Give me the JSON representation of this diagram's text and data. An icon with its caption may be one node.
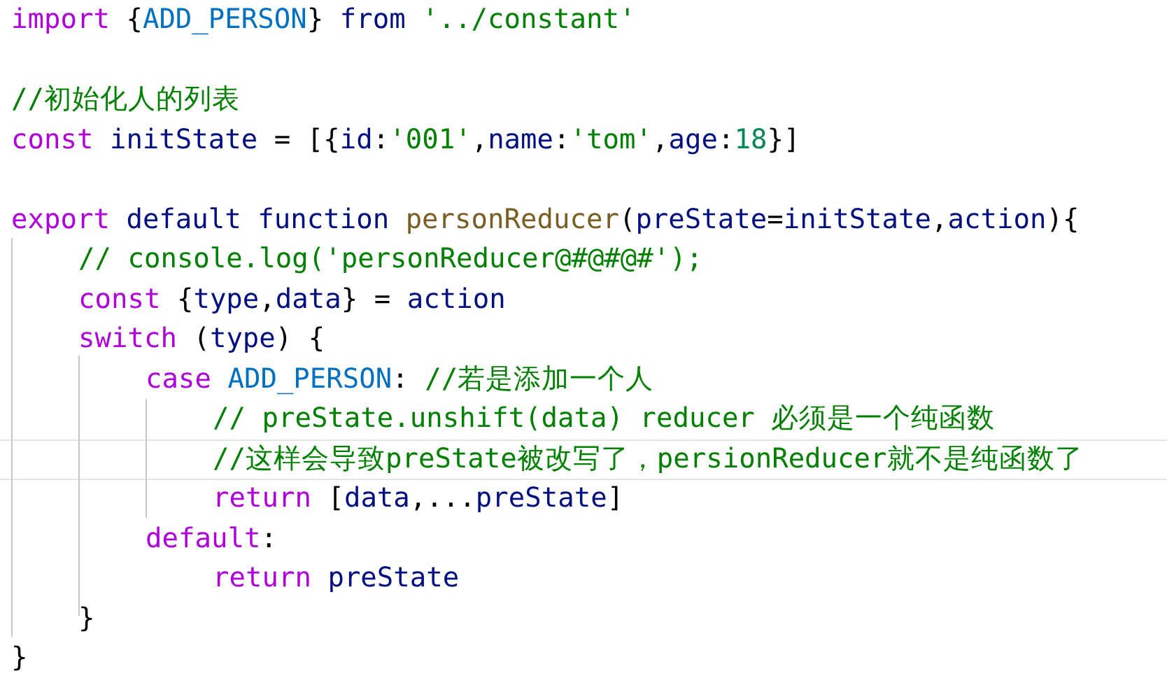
{
  "diagram": {
    "labels": [
      "import {ADD_PERSON} from '../constant'",
      "//初始化人的列表",
      "const initState = [{id:'001',name:'tom',age:18}]",
      "export default function personReducer(preState=initState,action){",
      "// console.log('personReducer@#@#@#');",
      "const {type,data} = action",
      "switch (type) {",
      "case ADD_PERSON: //若是添加一个人",
      "// preState.unshift(data) reducer 必须是一个纯函数",
      "//这样会导致preState被改写了，persionReducer就不是纯函数了",
      "return [data,...preState]",
      "default:",
      "return preState",
      "}",
      "}"
    ]
  }
}
